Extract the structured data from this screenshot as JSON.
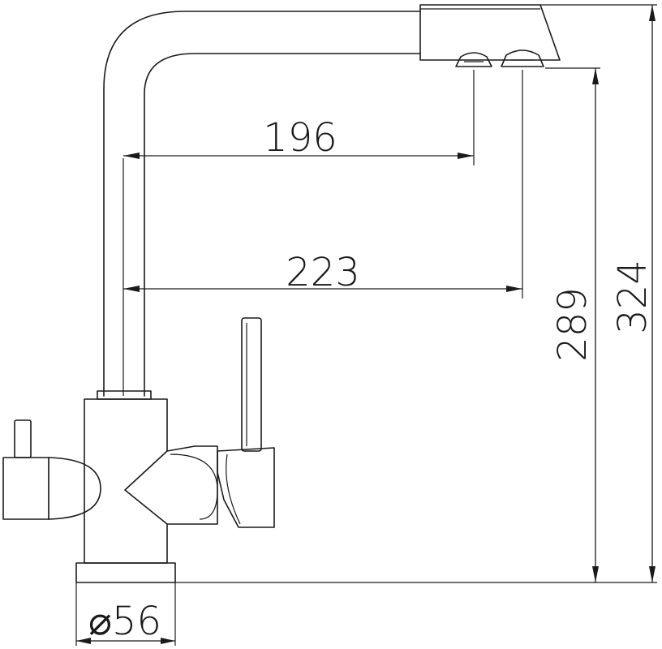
{
  "dimensions": {
    "spout_reach_inner": "196",
    "spout_reach_outer": "223",
    "outlet_height": "289",
    "total_height": "324",
    "base_diameter": "⌀56"
  }
}
